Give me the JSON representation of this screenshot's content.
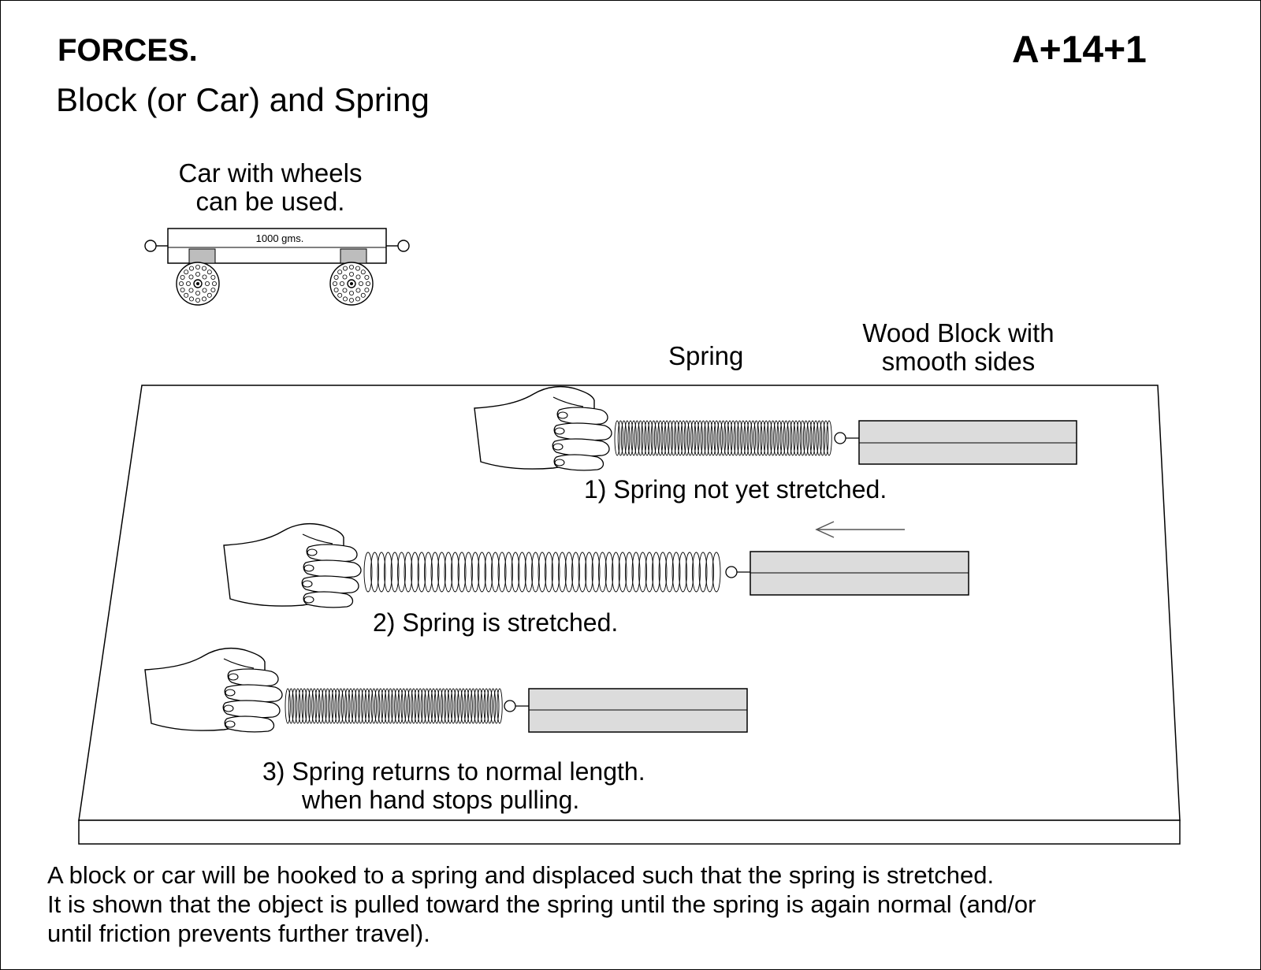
{
  "header": {
    "title": "FORCES.",
    "code": "A+14+1",
    "subtitle": "Block (or Car) and Spring"
  },
  "car": {
    "label_line1": "Car with wheels",
    "label_line2": "can be used.",
    "mass_label": "1000 gms."
  },
  "labels": {
    "spring": "Spring",
    "block_line1": "Wood Block with",
    "block_line2": "smooth sides"
  },
  "steps": {
    "step1": "1) Spring not yet stretched.",
    "step2": "2) Spring is stretched.",
    "step3_line1": "3) Spring returns to normal length.",
    "step3_line2": "when hand stops pulling."
  },
  "description": {
    "line1": "A block or car will be hooked to a spring and displaced such that the spring is stretched.",
    "line2": "It is shown that the object is pulled toward the spring until the spring is again normal  (and/or",
    "line3": "until friction prevents further travel)."
  },
  "colors": {
    "line": "#000000",
    "block_fill": "#dcdcdc",
    "pad_fill": "#bdbdbd",
    "arrow": "#555555"
  }
}
